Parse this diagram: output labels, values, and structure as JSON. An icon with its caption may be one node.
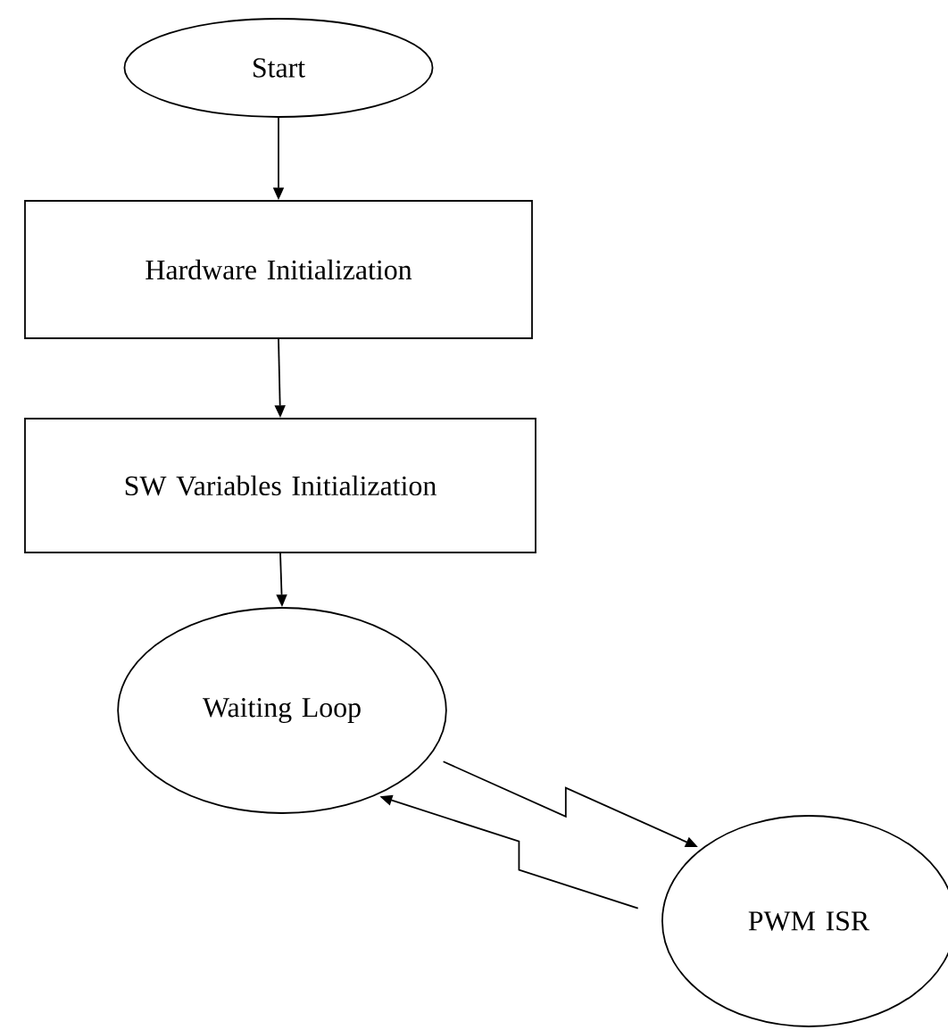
{
  "diagram": {
    "nodes": [
      {
        "text": [
          "Start"
        ]
      },
      {
        "text": [
          "Hardware Initialization"
        ]
      },
      {
        "text": [
          "SW Variables Initialization"
        ]
      },
      {
        "text": [
          "Waiting Loop"
        ]
      },
      {
        "text": [
          "PWM ISR"
        ]
      }
    ],
    "edges": [
      {
        "from": 0,
        "to": 1,
        "arrow": "to"
      },
      {
        "from": 1,
        "to": 2,
        "arrow": "to"
      },
      {
        "from": 2,
        "to": 3,
        "arrow": "to"
      },
      {
        "from": 3,
        "to": 4,
        "arrow": "to"
      },
      {
        "from": 4,
        "to": 3,
        "arrow": "to"
      }
    ]
  }
}
